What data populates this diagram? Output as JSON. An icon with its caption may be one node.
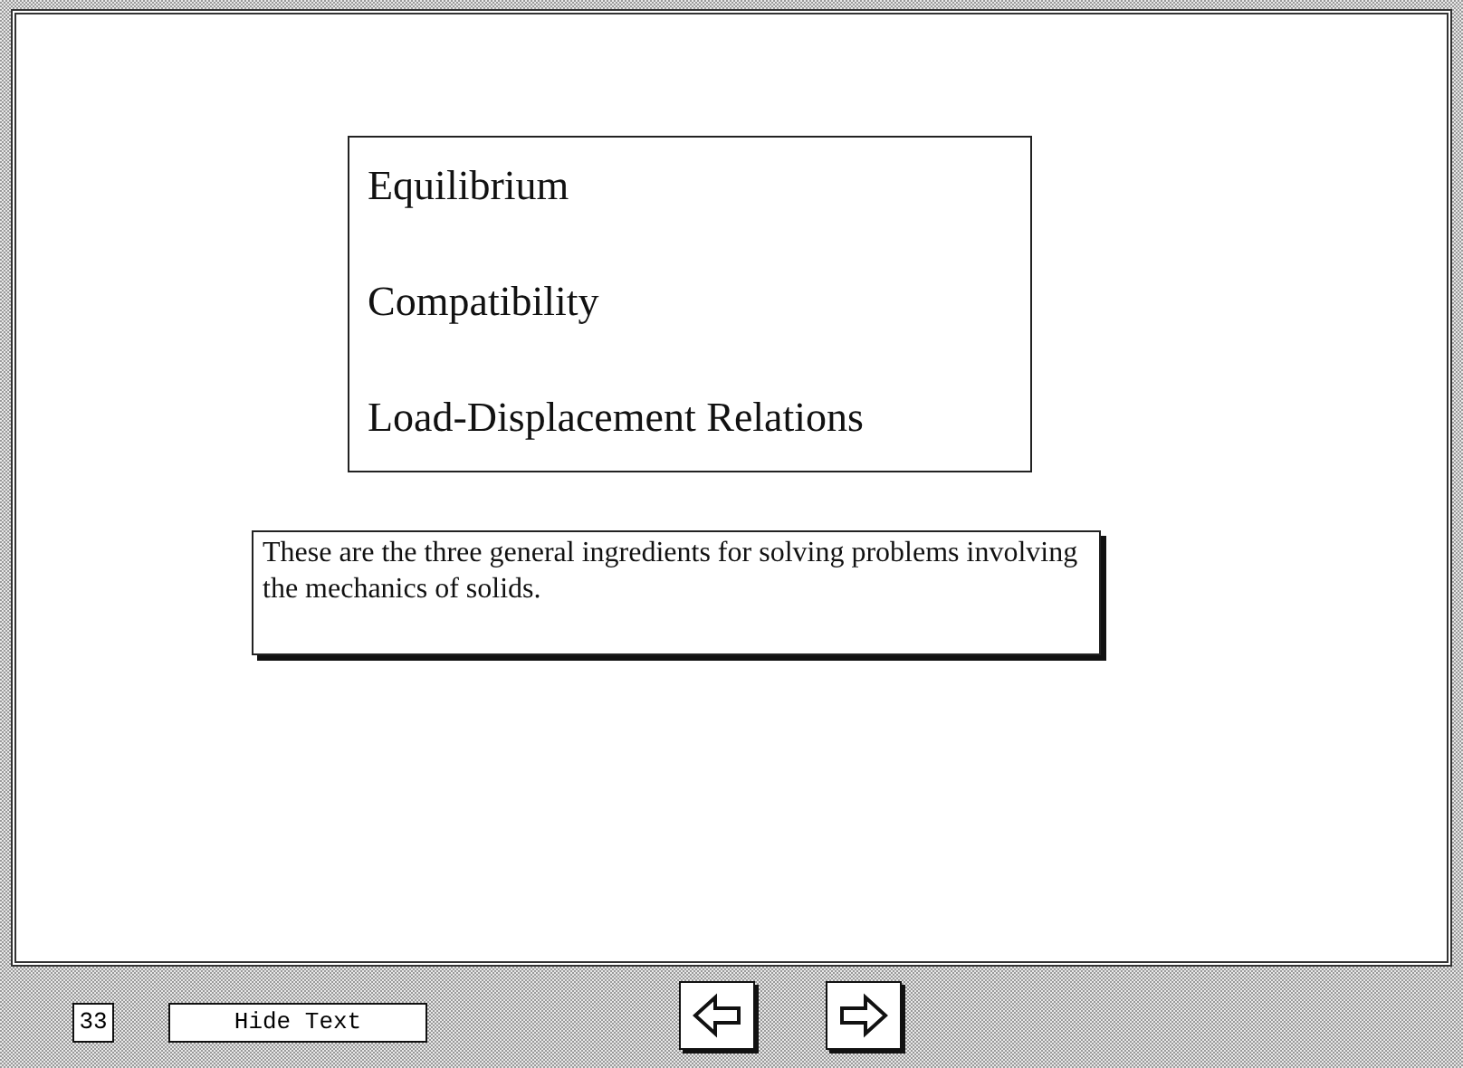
{
  "diagram": {
    "nodes": [
      {
        "text": [
          "Equilibrium",
          "Compatibility",
          "Load-Displacement Relations"
        ]
      },
      {
        "text": [
          "These are the three general ingredients for solving problems involving the mechanics of solids."
        ]
      }
    ],
    "labels": [
      "33",
      "Hide Text"
    ]
  }
}
